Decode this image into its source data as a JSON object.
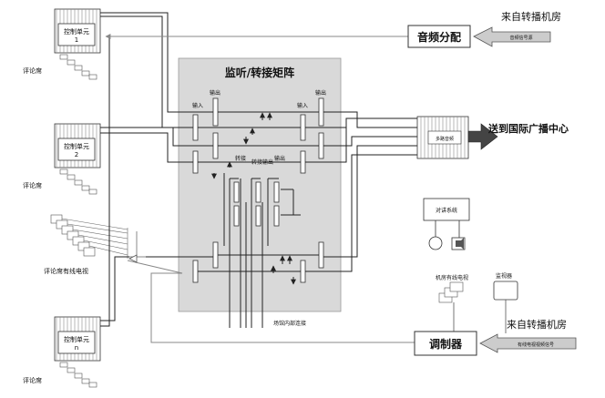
{
  "matrix": {
    "title": "监听/转接矩阵",
    "labels": {
      "top_left_out": "输出",
      "top_left_in": "输入",
      "top_right_out": "输出",
      "top_right_in": "输入",
      "mid_switch": "转接",
      "mid_switch_output": "转接输出",
      "mid_output": "输出"
    }
  },
  "units": [
    {
      "label": "控制单元",
      "index": "1",
      "seat": "评论席"
    },
    {
      "label": "控制单元",
      "index": "2",
      "seat": "评论席"
    },
    {
      "label": "控制单元",
      "index": "n",
      "seat": "评论席"
    }
  ],
  "tv_group_label": "评论席有线电视",
  "audio_split": "音频分配",
  "from_broadcast_top": "来自转播机房",
  "audio_signal_label": "音频信号源",
  "send_center": "送到国际广播中心",
  "multi_channel_label": "多路音频",
  "intercom_label": "对讲系统",
  "machine_room_tv_label": "机房有线电视",
  "monitor_label": "监视器",
  "modulator": "调制器",
  "from_broadcast_bottom": "来自转播机房",
  "tv_signal_label": "有线电视视频信号",
  "venue_line_label": "场馆内部连接"
}
